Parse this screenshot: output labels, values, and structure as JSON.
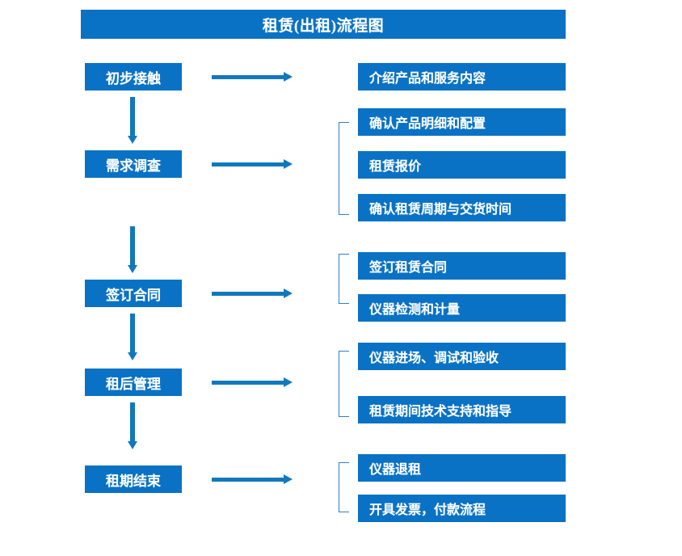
{
  "title": "租赁(出租)流程图",
  "theme": {
    "box_fill": "#0a72c4",
    "box_text": "#ffffff",
    "arrow": "#1278bd",
    "bracket": "#2f7fc4",
    "background": "#ffffff"
  },
  "chart_data": {
    "type": "diagram",
    "title": "租赁(出租)流程图",
    "orientation": "vertical-left-stages-with-right-details",
    "stages": [
      {
        "id": "stage-1",
        "label": "初步接触",
        "details": [
          "介绍产品和服务内容"
        ],
        "bracketed": false
      },
      {
        "id": "stage-2",
        "label": "需求调查",
        "details": [
          "确认产品明细和配置",
          "租赁报价",
          "确认租赁周期与交货时间"
        ],
        "bracketed": true
      },
      {
        "id": "stage-3",
        "label": "签订合同",
        "details": [
          "签订租赁合同",
          "仪器检测和计量"
        ],
        "bracketed": true
      },
      {
        "id": "stage-4",
        "label": "租后管理",
        "details": [
          "仪器进场、调试和验收",
          "租赁期间技术支持和指导"
        ],
        "bracketed": true
      },
      {
        "id": "stage-5",
        "label": "租期结束",
        "details": [
          "仪器退租",
          "开具发票，付款流程"
        ],
        "bracketed": true
      }
    ]
  },
  "stages": {
    "s1": "初步接触",
    "s2": "需求调查",
    "s3": "签订合同",
    "s4": "租后管理",
    "s5": "租期结束"
  },
  "details": {
    "d1": "介绍产品和服务内容",
    "d2": "确认产品明细和配置",
    "d3": "租赁报价",
    "d4": "确认租赁周期与交货时间",
    "d5": "签订租赁合同",
    "d6": "仪器检测和计量",
    "d7": "仪器进场、调试和验收",
    "d8": "租赁期间技术支持和指导",
    "d9": "仪器退租",
    "d10": "开具发票，付款流程"
  }
}
